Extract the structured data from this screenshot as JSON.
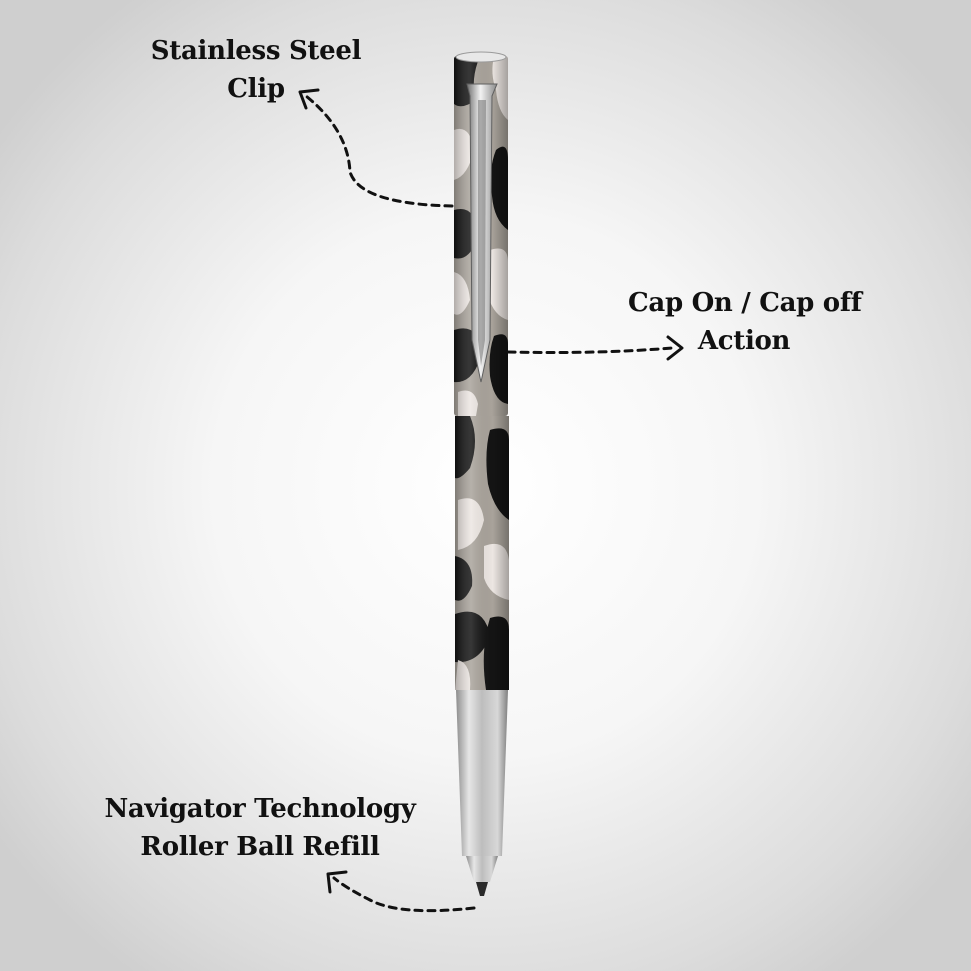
{
  "annotations": {
    "clip": {
      "line1": "Stainless Steel",
      "line2": "Clip"
    },
    "cap": {
      "line1": "Cap On / Cap off",
      "line2": "Action"
    },
    "refill": {
      "line1": "Navigator Technology",
      "line2": "Roller Ball Refill"
    }
  },
  "colors": {
    "background": "#f4f4f4",
    "camo_black": "#141414",
    "camo_grey": "#a9a39b",
    "camo_light": "#ece6e2",
    "steel": "#c9c9c9",
    "text": "#111111"
  }
}
